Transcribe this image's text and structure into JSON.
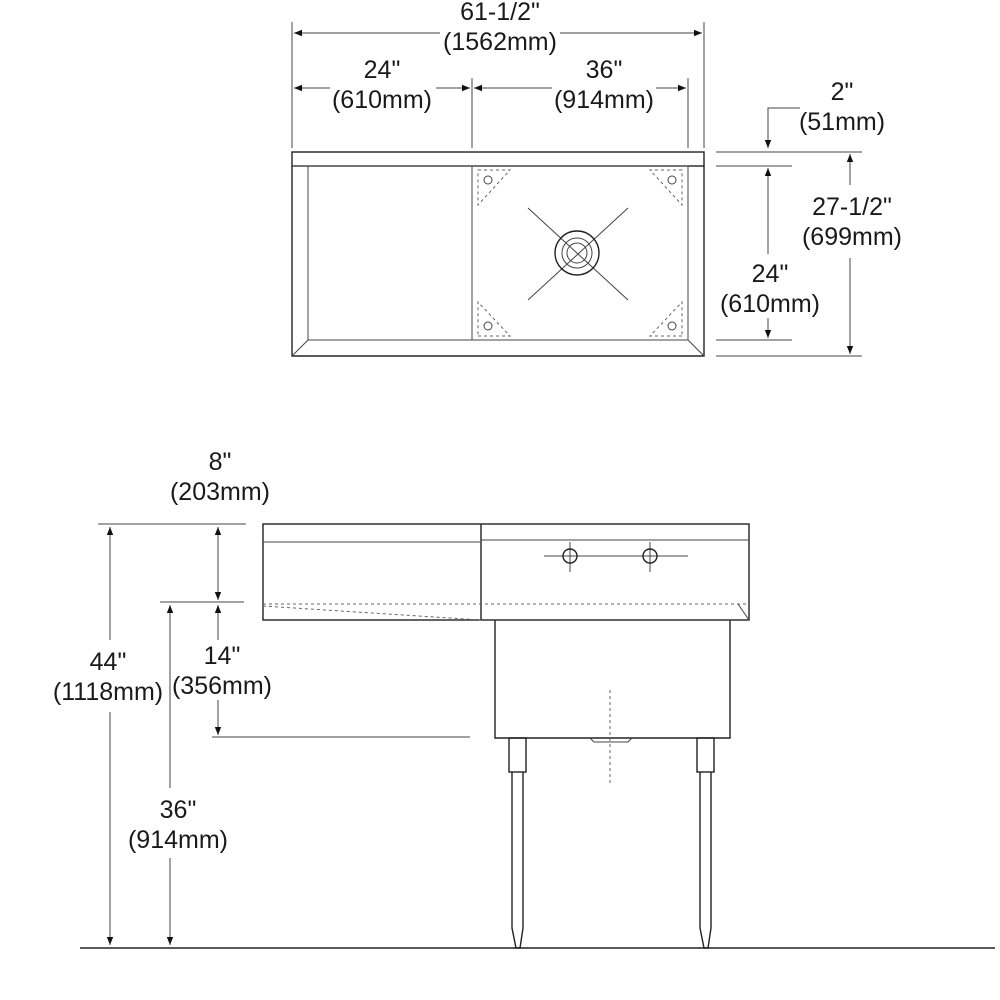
{
  "plan_view": {
    "overall_width": {
      "in": "61-1/2\"",
      "mm": "(1562mm)"
    },
    "drainboard_width": {
      "in": "24\"",
      "mm": "(610mm)"
    },
    "bowl_width": {
      "in": "36\"",
      "mm": "(914mm)"
    },
    "backsplash_depth": {
      "in": "2\"",
      "mm": "(51mm)"
    },
    "bowl_depth": {
      "in": "24\"",
      "mm": "(610mm)"
    },
    "overall_depth": {
      "in": "27-1/2\"",
      "mm": "(699mm)"
    }
  },
  "front_view": {
    "backsplash_height": {
      "in": "8\"",
      "mm": "(203mm)"
    },
    "bowl_height": {
      "in": "14\"",
      "mm": "(356mm)"
    },
    "overall_height": {
      "in": "44\"",
      "mm": "(1118mm)"
    },
    "rim_height": {
      "in": "36\"",
      "mm": "(914mm)"
    }
  }
}
